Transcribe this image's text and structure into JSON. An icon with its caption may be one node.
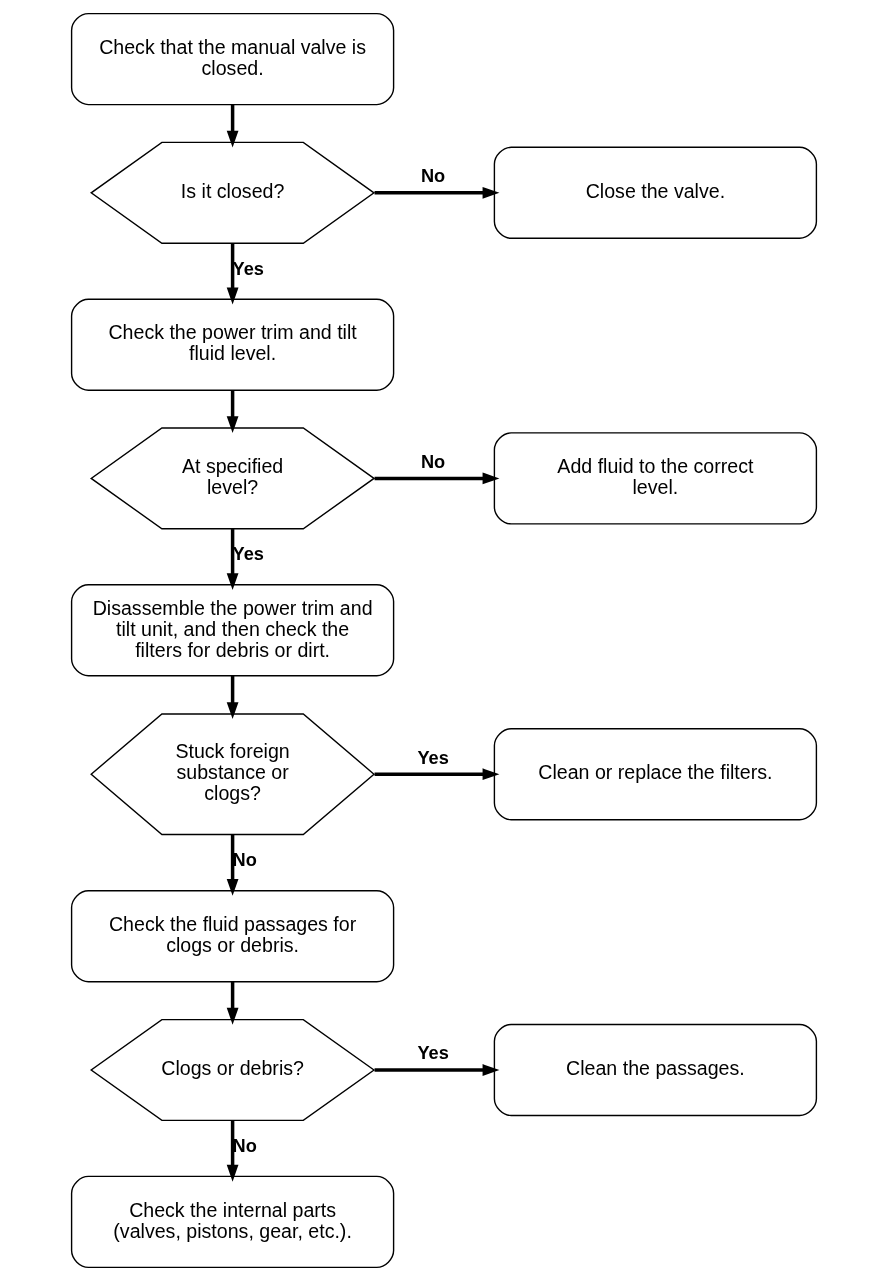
{
  "diagram": {
    "nodes": [
      {
        "text": [
          "Check that the manual valve is closed."
        ]
      },
      {
        "text": [
          "Is it closed?"
        ]
      },
      {
        "text": [
          "Close the valve."
        ]
      },
      {
        "text": [
          "Check the power trim and tilt fluid level."
        ]
      },
      {
        "text": [
          "At specified level?"
        ]
      },
      {
        "text": [
          "Add fluid to the correct level."
        ]
      },
      {
        "text": [
          "Disassemble the power trim and tilt unit, and then check the filters for debris or dirt."
        ]
      },
      {
        "text": [
          "Stuck foreign substance or clogs?"
        ]
      },
      {
        "text": [
          "Clean or replace the filters."
        ]
      },
      {
        "text": [
          "Check the fluid passages for clogs or debris."
        ]
      },
      {
        "text": [
          "Clogs or debris?"
        ]
      },
      {
        "text": [
          "Clean the passages."
        ]
      },
      {
        "text": [
          "Check the internal parts (valves, pistons, gear, etc.)."
        ]
      }
    ],
    "edges": [
      {
        "from": 0,
        "to": 1,
        "arrow": "to"
      },
      {
        "from": 1,
        "to": 2,
        "arrow": "to",
        "label": "No"
      },
      {
        "from": 1,
        "to": 3,
        "arrow": "to",
        "label": "Yes"
      },
      {
        "from": 3,
        "to": 4,
        "arrow": "to"
      },
      {
        "from": 4,
        "to": 5,
        "arrow": "to",
        "label": "No"
      },
      {
        "from": 4,
        "to": 6,
        "arrow": "to",
        "label": "Yes"
      },
      {
        "from": 6,
        "to": 7,
        "arrow": "to"
      },
      {
        "from": 7,
        "to": 8,
        "arrow": "to",
        "label": "Yes"
      },
      {
        "from": 7,
        "to": 9,
        "arrow": "to",
        "label": "No"
      },
      {
        "from": 9,
        "to": 10,
        "arrow": "to"
      },
      {
        "from": 10,
        "to": 11,
        "arrow": "to",
        "label": "Yes"
      },
      {
        "from": 10,
        "to": 12,
        "arrow": "to",
        "label": "No"
      }
    ]
  }
}
